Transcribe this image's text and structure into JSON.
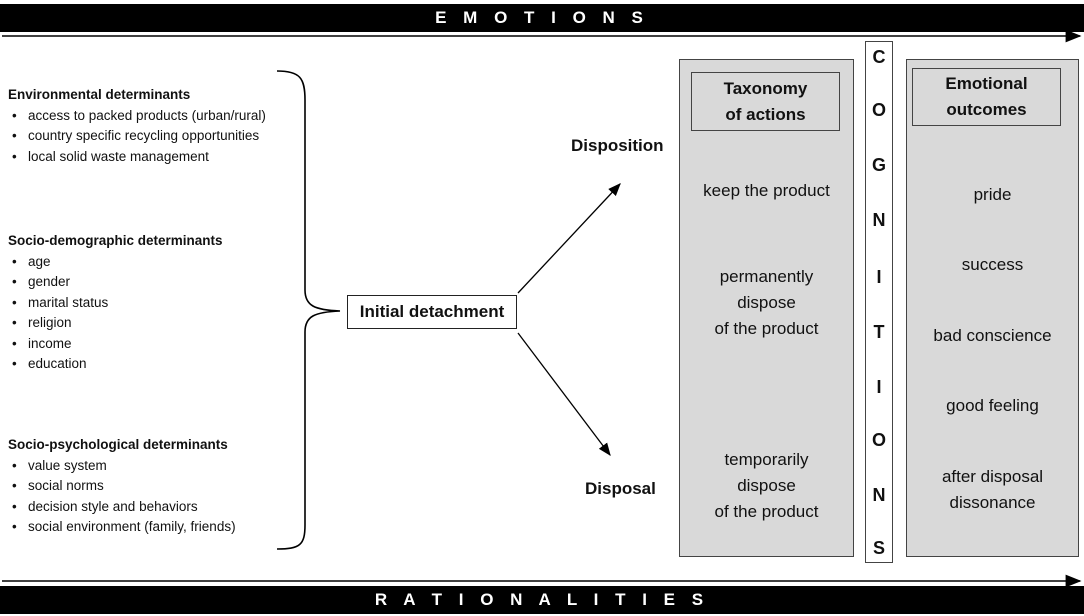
{
  "top_band": "E M O T I O N S",
  "bottom_band": "R A T I O N A L I T I E S",
  "groups": [
    {
      "title": "Environmental determinants",
      "items": [
        "access to packed products (urban/rural)",
        "country specific recycling opportunities",
        "local solid waste management"
      ]
    },
    {
      "title": "Socio-demographic determinants",
      "items": [
        "age",
        "gender",
        "marital status",
        "religion",
        "income",
        "education"
      ]
    },
    {
      "title": "Socio-psychological determinants",
      "items": [
        "value system",
        "social norms",
        "decision style and behaviors",
        "social environment (family, friends)"
      ]
    }
  ],
  "center": "Initial detachment",
  "paths": {
    "top": "Disposition",
    "bottom": "Disposal"
  },
  "actions": {
    "title": "Taxonomy\nof actions",
    "items": [
      "keep the product",
      "permanently\ndispose\nof the product",
      "temporarily\ndispose\nof the product"
    ]
  },
  "cognitions": [
    "C",
    "O",
    "G",
    "N",
    "I",
    "T",
    "I",
    "O",
    "N",
    "S"
  ],
  "outcomes": {
    "title": "Emotional\noutcomes",
    "items": [
      "pride",
      "success",
      "bad conscience",
      "good feeling",
      "after disposal\ndissonance"
    ]
  }
}
